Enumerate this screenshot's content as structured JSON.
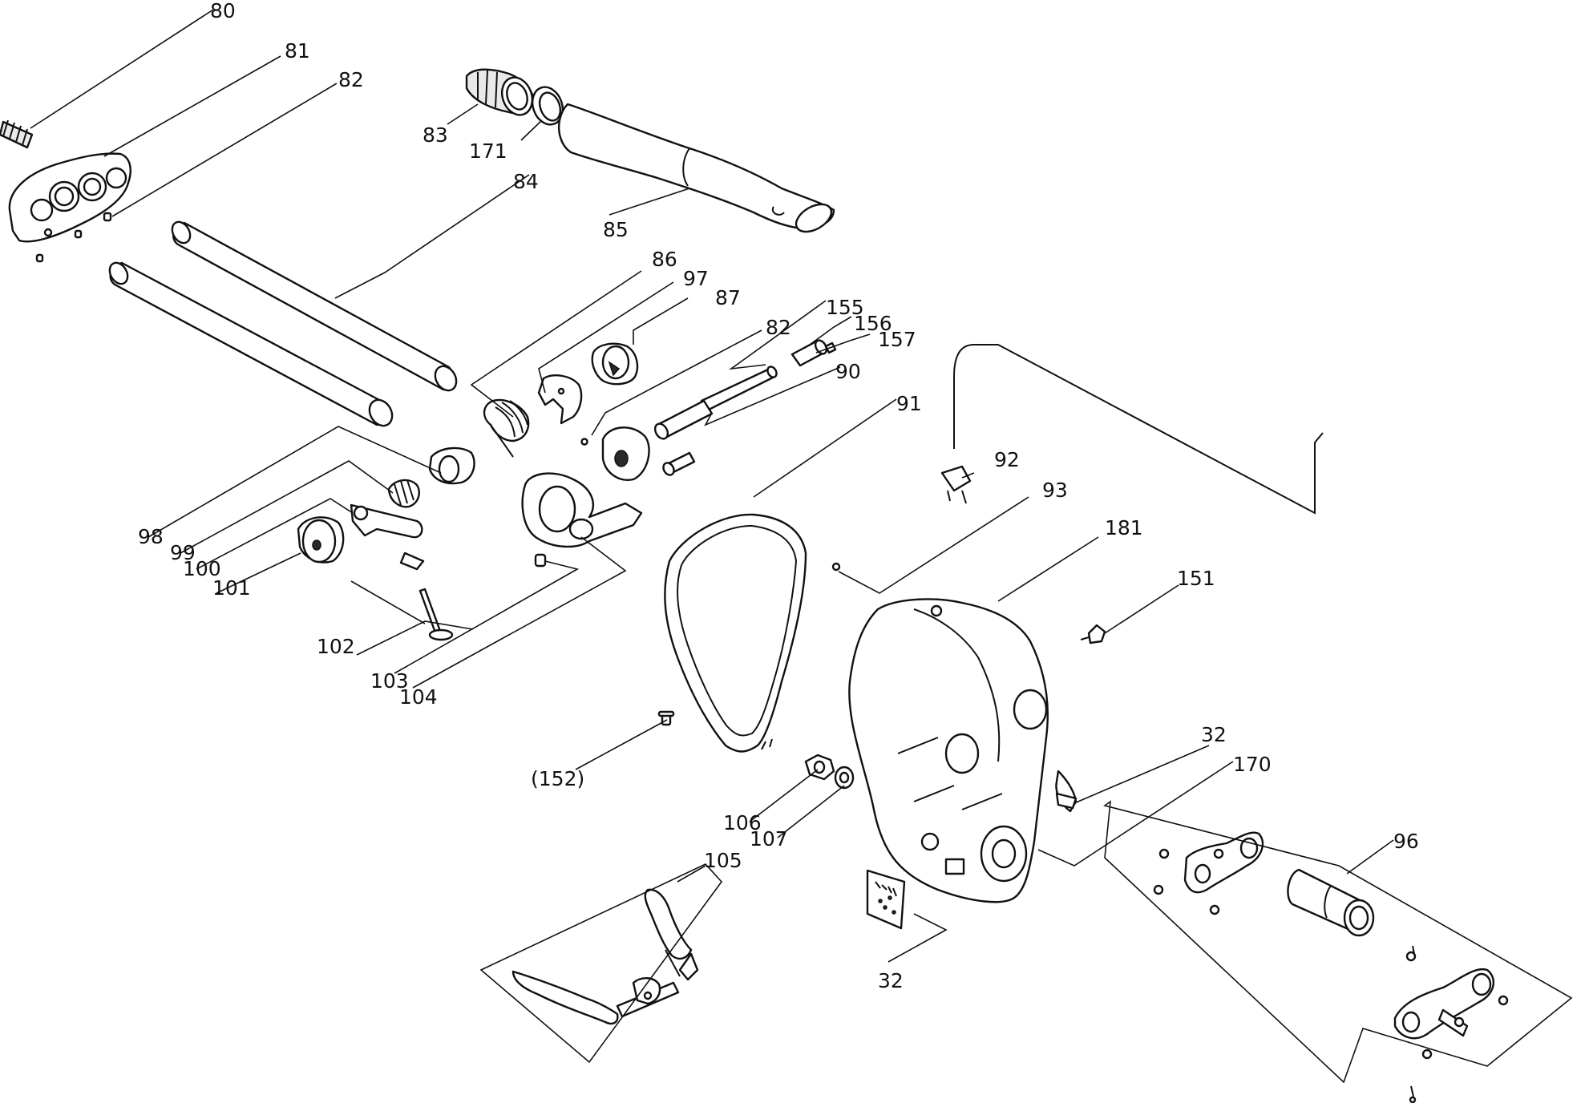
{
  "diagram": {
    "callouts": [
      {
        "id": "c80",
        "text": "80"
      },
      {
        "id": "c81",
        "text": "81"
      },
      {
        "id": "c82a",
        "text": "82"
      },
      {
        "id": "c83",
        "text": "83"
      },
      {
        "id": "c171",
        "text": "171"
      },
      {
        "id": "c84",
        "text": "84"
      },
      {
        "id": "c85",
        "text": "85"
      },
      {
        "id": "c86",
        "text": "86"
      },
      {
        "id": "c97",
        "text": "97"
      },
      {
        "id": "c87",
        "text": "87"
      },
      {
        "id": "c82b",
        "text": "82"
      },
      {
        "id": "c155",
        "text": "155"
      },
      {
        "id": "c156",
        "text": "156"
      },
      {
        "id": "c157",
        "text": "157"
      },
      {
        "id": "c90",
        "text": "90"
      },
      {
        "id": "c91",
        "text": "91"
      },
      {
        "id": "c92",
        "text": "92"
      },
      {
        "id": "c93",
        "text": "93"
      },
      {
        "id": "c181",
        "text": "181"
      },
      {
        "id": "c151",
        "text": "151"
      },
      {
        "id": "c98",
        "text": "98"
      },
      {
        "id": "c99",
        "text": "99"
      },
      {
        "id": "c100",
        "text": "100"
      },
      {
        "id": "c101",
        "text": "101"
      },
      {
        "id": "c102",
        "text": "102"
      },
      {
        "id": "c103",
        "text": "103"
      },
      {
        "id": "c104",
        "text": "104"
      },
      {
        "id": "c152",
        "text": "(152)"
      },
      {
        "id": "c106",
        "text": "106"
      },
      {
        "id": "c107",
        "text": "107"
      },
      {
        "id": "c32a",
        "text": "32"
      },
      {
        "id": "c170",
        "text": "170"
      },
      {
        "id": "c96",
        "text": "96"
      },
      {
        "id": "c105",
        "text": "105"
      },
      {
        "id": "c32b",
        "text": "32"
      }
    ]
  }
}
